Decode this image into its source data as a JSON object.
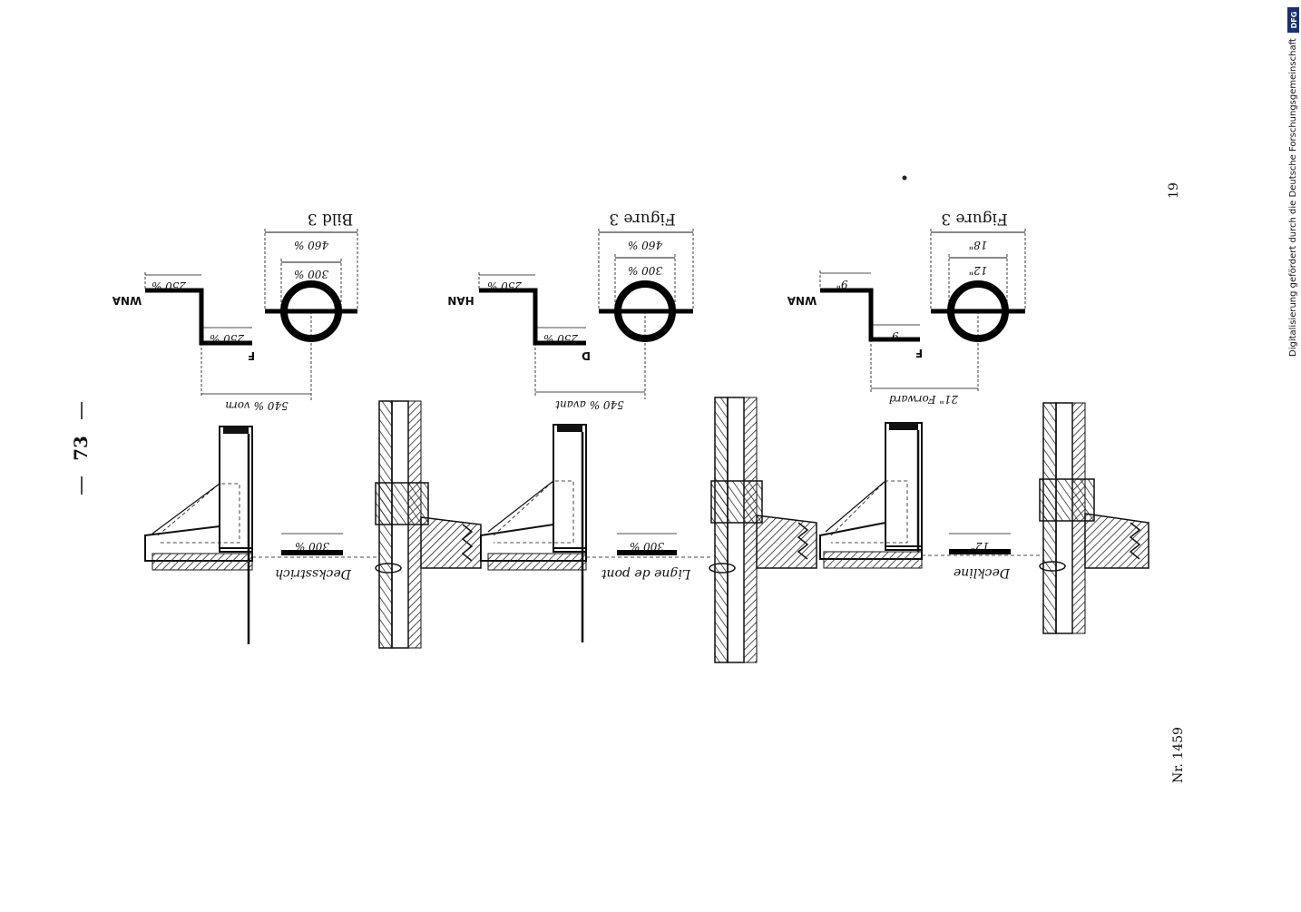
{
  "page": {
    "page_number": "73",
    "top_number": "19",
    "serial": "Nr. 1459",
    "credit": "Digitalisierung gefördert durch die Deutsche Forschungsgemeinschaft",
    "dfg_logo_text": "DFG"
  },
  "panels": [
    {
      "title": "Bild 3",
      "circle_outer": "460 %",
      "circle_inner": "300 %",
      "step_upper": "250 %",
      "step_lower": "250 %",
      "offset": "540 % vorn",
      "letters_left": "WNA",
      "letter_bottom": "F",
      "bar": "300 %",
      "deck_line": "Decksstrich"
    },
    {
      "title": "Figure 3",
      "circle_outer": "460 %",
      "circle_inner": "300 %",
      "step_upper": "250 %",
      "step_lower": "250 %",
      "offset": "540 % avant",
      "letters_left": "HAN",
      "letter_bottom": "D",
      "bar": "300 %",
      "deck_line": "Ligne de pont"
    },
    {
      "title": "Figure 3",
      "circle_outer": "18\"",
      "circle_inner": "12\"",
      "step_upper": "9\"",
      "step_lower": "9\"",
      "offset": "21\" Forward",
      "letters_left": "WNA",
      "letter_bottom": "F",
      "bar": "12\"",
      "deck_line": "Deckline"
    }
  ]
}
